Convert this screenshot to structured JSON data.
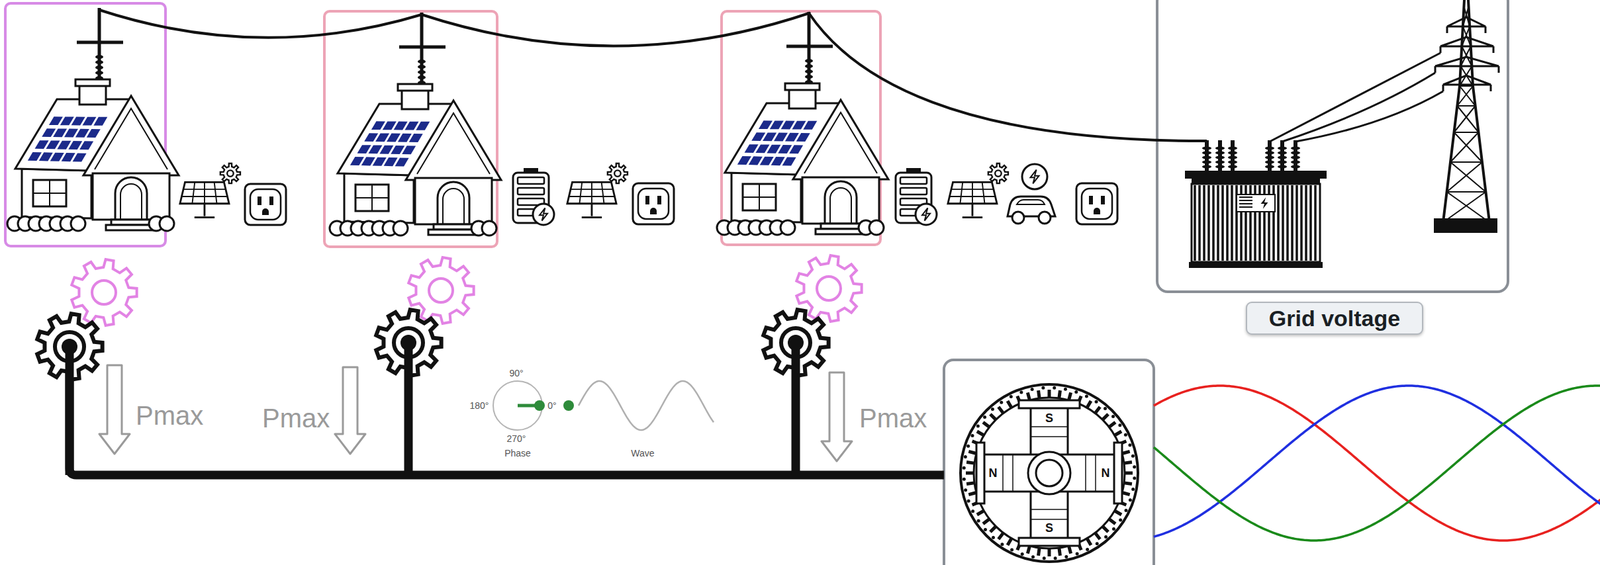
{
  "diagram": {
    "nodes": [
      {
        "text": [
          "Grid voltage"
        ]
      }
    ],
    "labels": [
      "Pmax",
      "Pmax",
      "Pmax",
      "90°",
      "180°",
      "0°",
      "270°",
      "Phase",
      "Wave",
      "S",
      "N",
      "N",
      "S"
    ]
  }
}
